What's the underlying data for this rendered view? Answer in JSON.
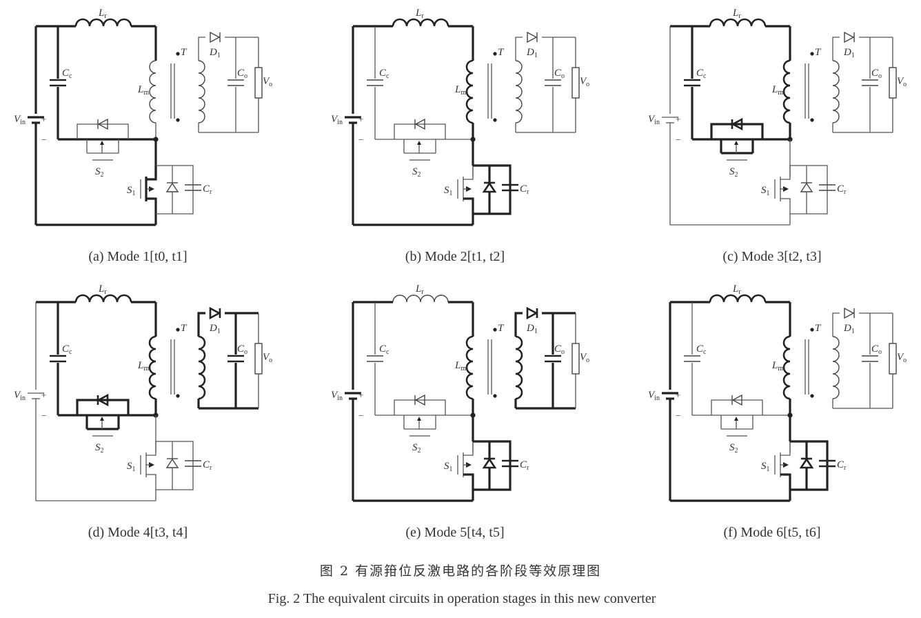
{
  "labels": {
    "Lr": "Lr",
    "Cc": "Cc",
    "Lm": "Lm",
    "T": "T",
    "D1": "D1",
    "Co": "Co",
    "Vo": "Vo",
    "Vin": "Vin",
    "S1": "S1",
    "S2": "S2",
    "Cr": "Cr"
  },
  "panels": [
    {
      "id": "a",
      "tag": "(a)",
      "mode": "Mode 1[t0, t1]"
    },
    {
      "id": "b",
      "tag": "(b)",
      "mode": "Mode 2[t1, t2]"
    },
    {
      "id": "c",
      "tag": "(c)",
      "mode": "Mode 3[t2, t3]"
    },
    {
      "id": "d",
      "tag": "(d)",
      "mode": "Mode 4[t3, t4]"
    },
    {
      "id": "e",
      "tag": "(e)",
      "mode": "Mode 5[t4, t5]"
    },
    {
      "id": "f",
      "tag": "(f)",
      "mode": "Mode 6[t5, t6]"
    }
  ],
  "figure": {
    "title_cn": "图 2   有源箝位反激电路的各阶段等效原理图",
    "title_en": "Fig. 2    The equivalent circuits in operation stages in this new converter"
  }
}
